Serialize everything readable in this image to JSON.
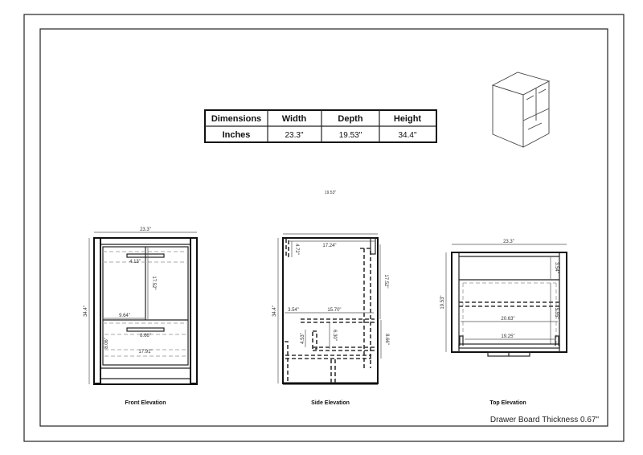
{
  "table": {
    "headers": [
      "Dimensions",
      "Width",
      "Depth",
      "Height"
    ],
    "row": [
      "Inches",
      "23.3\"",
      "19.53\"",
      "34.4\""
    ]
  },
  "floating_label": "19.53\"",
  "front": {
    "caption": "Front Elevation",
    "dims": {
      "width": "23.3\"",
      "height": "34.4\"",
      "handle": "4.13\"",
      "door_h": "17.52\"",
      "door_w": "9.64\"",
      "drawer_handle": "8.66\"",
      "drawer_h": "8.06\"",
      "drawer_w": "17.91\""
    }
  },
  "side": {
    "caption": "Side Elevation",
    "dims": {
      "top_gap": "4.72\"",
      "inner_depth": "17.24\"",
      "door_h": "17.52\"",
      "offset": "3.54\"",
      "drawer_depth": "15.70\"",
      "height": "34.4\"",
      "drawer_side": "4.53\"",
      "drawer_inner": "6.30\"",
      "drawer_h": "8.66\""
    }
  },
  "top": {
    "caption": "Top Elevation",
    "dims": {
      "width": "23.3\"",
      "depth": "19.53\"",
      "back": "3.54\"",
      "drawer_depth": "15.55\"",
      "inner_w": "20.63\"",
      "drawer_w": "19.25\""
    }
  },
  "note": "Drawer Board Thickness 0.67\""
}
